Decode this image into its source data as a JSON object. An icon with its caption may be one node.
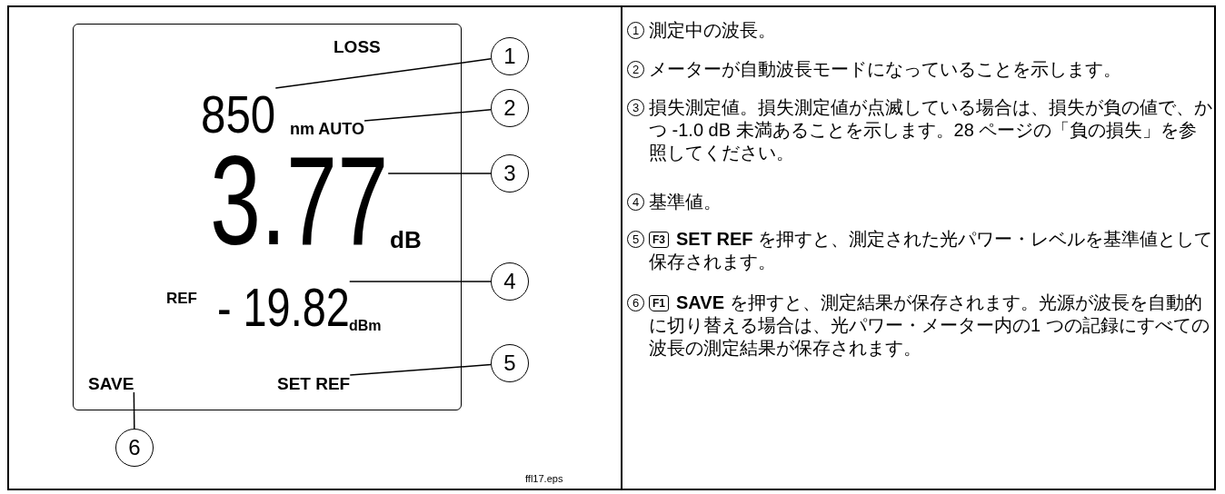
{
  "diagram": {
    "nodes": [
      {
        "text": [],
        "shape": "box"
      },
      {
        "text": [
          "LOSS"
        ],
        "in": 0
      },
      {
        "text": [
          "850"
        ],
        "in": 0
      },
      {
        "text": [
          "nm AUTO"
        ],
        "in": 0
      },
      {
        "text": [
          "3.77"
        ],
        "in": 0
      },
      {
        "text": [
          "dB"
        ],
        "in": 0
      },
      {
        "text": [
          "REF"
        ],
        "in": 0
      },
      {
        "text": [
          "- 19.82"
        ],
        "in": 0
      },
      {
        "text": [
          "dBm"
        ],
        "in": 0
      },
      {
        "text": [
          "SAVE"
        ],
        "in": 0
      },
      {
        "text": [
          "SET REF"
        ],
        "in": 0
      },
      {
        "text": [
          "1"
        ]
      },
      {
        "text": [
          "2"
        ]
      },
      {
        "text": [
          "3"
        ]
      },
      {
        "text": [
          "4"
        ]
      },
      {
        "text": [
          "5"
        ]
      },
      {
        "text": [
          "6"
        ]
      }
    ],
    "edges": [
      {
        "from": 11,
        "to": 2,
        "arrow": "none"
      },
      {
        "from": 12,
        "to": 3,
        "arrow": "none"
      },
      {
        "from": 13,
        "to": 4,
        "arrow": "none"
      },
      {
        "from": 14,
        "to": 7,
        "arrow": "none"
      },
      {
        "from": 15,
        "to": 10,
        "arrow": "none"
      },
      {
        "from": 16,
        "to": 9,
        "arrow": "none"
      }
    ],
    "labels": [
      "ffl17.eps",
      "1",
      "測定中の波長。",
      "2",
      "メーターが自動波長モードになっていることを示します。",
      "3",
      "損失測定値。損失測定値が点滅している場合は、損失が負の値で、かつ -1.0 dB 未満あることを示します。28 ページの「負の損失」を参照してください。",
      "4",
      "基準値。",
      "5",
      "F3",
      "**SET REF** を押すと、測定された光パワー・レベルを基準値として保存されます。",
      "6",
      "F1",
      "**SAVE** を押すと、測定結果が保存されます。光源が波長を自動的に切り替える場合は、光パワー・メーター内の1 つの記録にすべての波長の測定結果が保存されます。"
    ]
  }
}
